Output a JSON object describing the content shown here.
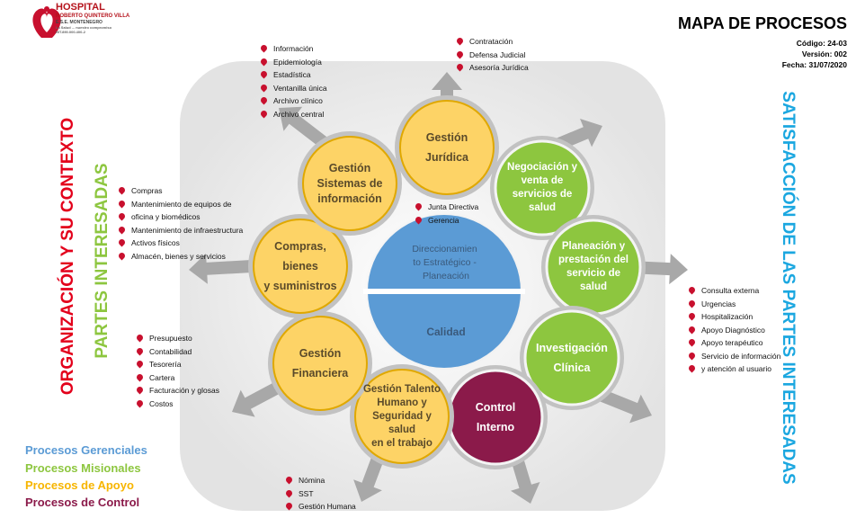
{
  "logo": {
    "name": "HOSPITAL",
    "subname": "ROBERTO QUINTERO VILLA",
    "entity": "E.S.E. MONTENEGRO",
    "motto": "La Salud ... nuestro compromiso",
    "nit": "NIT.890.000.400-2"
  },
  "header": {
    "title": "MAPA DE PROCESOS",
    "code": "Código: 24-03",
    "version": "Versión: 002",
    "date": "Fecha: 31/07/2020"
  },
  "side_text": {
    "left_main": "ORGANIZACIÓN Y SU CONTEXTO",
    "left_sub": "PARTES INTERESADAS",
    "right": "SATISFACCIÓN DE LAS PARTES INTERESADAS"
  },
  "colors": {
    "gerencial": "#5b9bd5",
    "misional": "#8dc63f",
    "apoyo": "#f7b500",
    "control": "#8b1a4a",
    "left_main": "#e3001b",
    "left_sub": "#8dc63f",
    "right": "#1ba7e0"
  },
  "legend": [
    {
      "label": "Procesos Gerenciales",
      "color": "#5b9bd5"
    },
    {
      "label": "Procesos Misionales",
      "color": "#8dc63f"
    },
    {
      "label": "Procesos de Apoyo",
      "color": "#f7b500"
    },
    {
      "label": "Procesos de Control",
      "color": "#8b1a4a"
    }
  ],
  "center": {
    "top": "Direccionamiento Estratégico - Planeación",
    "bottom": "Calidad",
    "top_lines": [
      "Direccionamien",
      "to Estratégico -",
      "Planeación"
    ]
  },
  "processes": [
    {
      "id": "juridica",
      "lines": [
        "Gestión",
        "Jurídica"
      ],
      "type": "apoyo"
    },
    {
      "id": "negociacion",
      "lines": [
        "Negociación y",
        "venta de",
        "servicios de",
        "salud"
      ],
      "type": "misional"
    },
    {
      "id": "planeacion",
      "lines": [
        "Planeación y",
        "prestación del",
        "servicio de",
        "salud"
      ],
      "type": "misional"
    },
    {
      "id": "investigacion",
      "lines": [
        "Investigación",
        "Clínica"
      ],
      "type": "misional"
    },
    {
      "id": "control",
      "lines": [
        "Control",
        "Interno"
      ],
      "type": "control"
    },
    {
      "id": "talento",
      "lines": [
        "Gestión Talento",
        "Humano y",
        "Seguridad y salud",
        "en el trabajo"
      ],
      "type": "apoyo"
    },
    {
      "id": "financiera",
      "lines": [
        "Gestión",
        "Financiera"
      ],
      "type": "apoyo"
    },
    {
      "id": "compras",
      "lines": [
        "Compras, bienes",
        "y suministros"
      ],
      "type": "apoyo"
    },
    {
      "id": "sistemas",
      "lines": [
        "Gestión",
        "Sistemas de",
        "información"
      ],
      "type": "apoyo"
    }
  ],
  "bullet_lists": {
    "sistemas": [
      "Información",
      "Epidemiología",
      "Estadística",
      "Ventanilla única",
      "Archivo clínico",
      "Archivo central"
    ],
    "juridica": [
      "Contratación",
      "Defensa Judicial",
      "Asesoría Jurídica"
    ],
    "compras": [
      "Compras",
      "Mantenimiento de equipos de",
      "oficina y biomédicos",
      "Mantenimiento de infraestructura",
      "Activos físicos",
      "Almacén, bienes y servicios"
    ],
    "direccion": [
      "Junta Directiva",
      "Gerencia"
    ],
    "servicios": [
      "Consulta externa",
      "Urgencias",
      "Hospitalización",
      "Apoyo Diagnóstico",
      "Apoyo terapéutico",
      "Servicio de información",
      "y atención al usuario"
    ],
    "financiera": [
      "Presupuesto",
      "Contabilidad",
      "Tesorería",
      "Cartera",
      "Facturación y glosas",
      "Costos"
    ],
    "talento": [
      "Nómina",
      "SST",
      "Gestión Humana"
    ]
  }
}
